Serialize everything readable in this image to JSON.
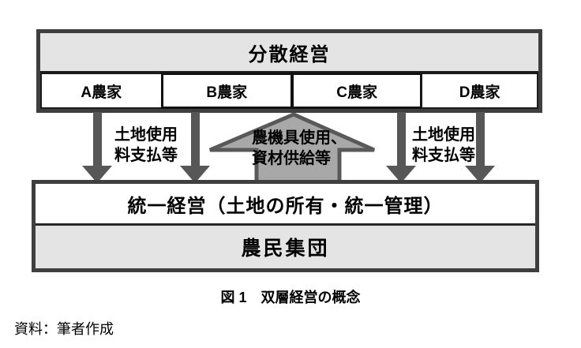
{
  "diagram": {
    "top": {
      "title": "分散経営",
      "farmers": [
        {
          "label": "A農家"
        },
        {
          "label": "B農家"
        },
        {
          "label": "C農家"
        },
        {
          "label": "D農家"
        }
      ]
    },
    "flows": {
      "left_label": "土地使用\n料支払等",
      "center_label": "農機具使用、\n資材供給等",
      "right_label": "土地使用\n料支払等"
    },
    "bottom": {
      "title": "統一経営（土地の所有・統一管理）",
      "subtitle": "農民集団"
    }
  },
  "caption": "図 1　双層経営の概念",
  "source": "資料：筆者作成",
  "icons": {
    "down_arrows": "arrow-down-icon (payment flow, 4 instances)",
    "up_arrow": "arrow-up-icon (supply flow, 1 instance)"
  },
  "colors": {
    "background": "#ffffff",
    "frame_border": "#3f3f3f",
    "gray_fill": "#e4e4e4",
    "down_arrow": "#575757",
    "up_arrow_fill": "#a8a8a8",
    "up_arrow_stroke": "#595959",
    "text": "#000000"
  }
}
